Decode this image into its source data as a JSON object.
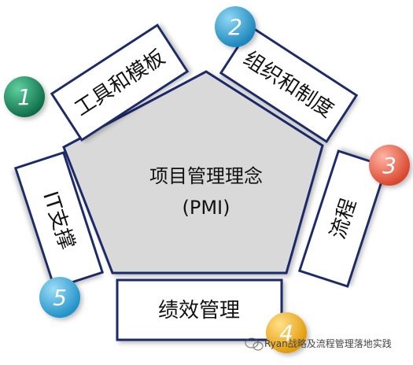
{
  "center": {
    "line1": "项目管理理念",
    "line2": "(PMI)",
    "fill": "#d9d9d9"
  },
  "items": [
    {
      "number": "1",
      "label": "工具和模板",
      "color": "#1a8a5e"
    },
    {
      "number": "2",
      "label": "组织和制度",
      "color": "#2d9fd4"
    },
    {
      "number": "3",
      "label": "流程",
      "color": "#e5624a"
    },
    {
      "number": "4",
      "label": "绩效管理",
      "color": "#f2b41a"
    },
    {
      "number": "5",
      "label": "IT支撑",
      "color": "#39a9dc"
    }
  ],
  "colors": {
    "box_border": "#1f2a6b",
    "pentagon_stroke": "#1f2a6b"
  },
  "watermark": "Ryan战略及流程管理落地实践"
}
